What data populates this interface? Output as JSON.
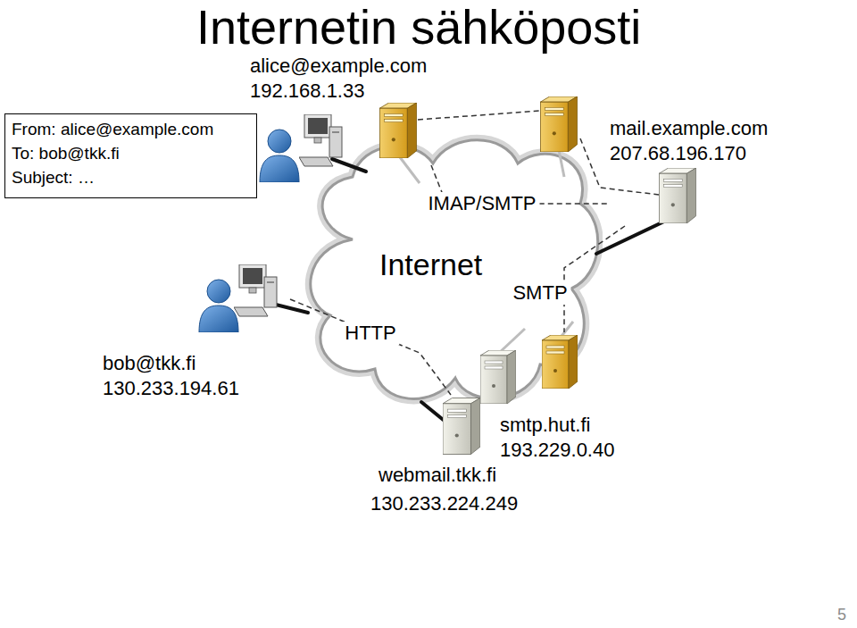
{
  "diagram": {
    "title": "Internetin sähköposti",
    "nodes": [
      {
        "text": [
          "From: alice@example.com",
          "To: bob@tkk.fi",
          "Subject: …"
        ]
      },
      {
        "text": [
          "alice@example.com",
          "192.168.1.33"
        ]
      },
      {
        "text": [
          "Internet"
        ]
      },
      {
        "text": [
          "mail.example.com",
          "207.68.196.170"
        ]
      },
      {
        "text": [
          "bob@tkk.fi",
          "130.233.194.61"
        ]
      },
      {
        "text": [
          "smtp.hut.fi",
          "193.229.0.40"
        ]
      },
      {
        "text": [
          "webmail.tkk.fi",
          "130.233.224.249"
        ]
      }
    ],
    "edges": [
      {
        "from": 1,
        "to": 3,
        "label": "IMAP/SMTP",
        "arrow": "none"
      },
      {
        "from": 3,
        "to": 5,
        "label": "SMTP",
        "arrow": "none"
      },
      {
        "from": 4,
        "to": 6,
        "label": "HTTP",
        "arrow": "none"
      }
    ],
    "labels": [
      "5"
    ]
  }
}
